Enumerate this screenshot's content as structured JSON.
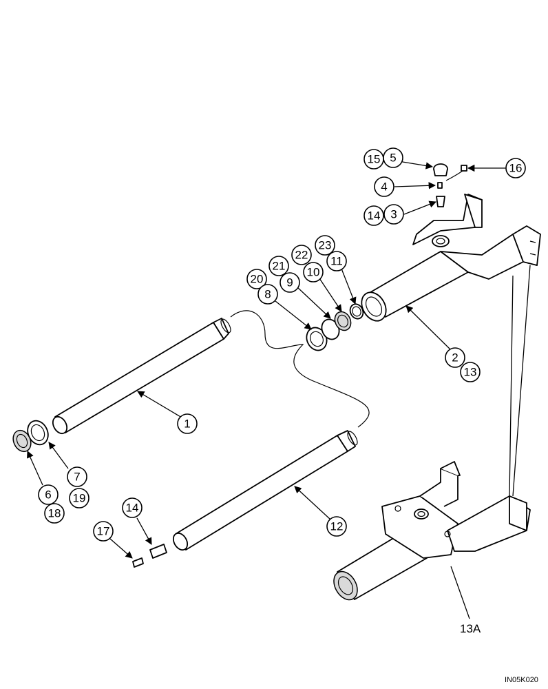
{
  "figure_code": "IN05K020",
  "assembly_label": "13A",
  "callouts": [
    "1",
    "2",
    "3",
    "4",
    "5",
    "6",
    "7",
    "8",
    "9",
    "10",
    "11",
    "12",
    "13",
    "14",
    "14",
    "15",
    "16",
    "17",
    "18",
    "19",
    "20",
    "21",
    "22",
    "23"
  ]
}
